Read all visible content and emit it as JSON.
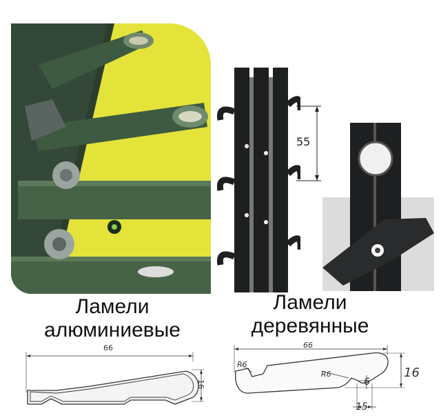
{
  "captions": {
    "aluminum": {
      "line1": "Ламели",
      "line2": "алюминиевые"
    },
    "wooden": {
      "line1": "Ламели",
      "line2": "деревянные"
    }
  },
  "photo_dimension": "55",
  "aluminum_profile": {
    "width": "66",
    "height": "16"
  },
  "wooden_profile": {
    "width": "66",
    "height": "16",
    "radius_left": "R6",
    "radius_right": "R6",
    "notch_height": "6",
    "notch_width": "15"
  },
  "colors": {
    "slat_green": "#3e5a40",
    "background_yellow": "#e3e33a",
    "frame_dark": "#1d1f20",
    "photo_gray": "#dcdcdc"
  }
}
